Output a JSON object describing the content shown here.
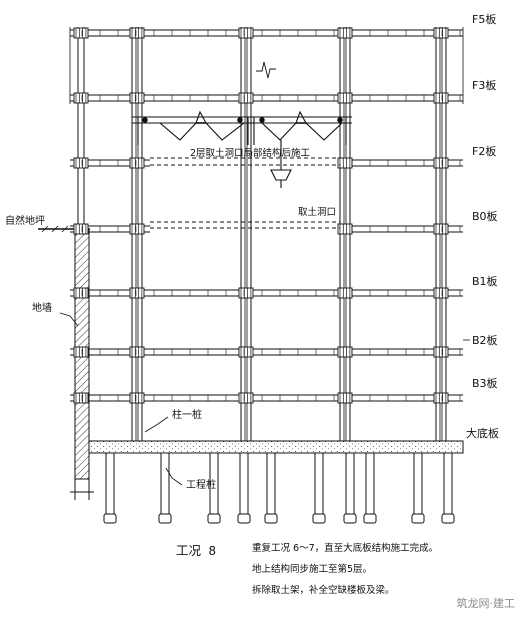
{
  "floors": [
    {
      "id": "F5",
      "label": "F5板"
    },
    {
      "id": "F3",
      "label": "F3板"
    },
    {
      "id": "F2",
      "label": "F2板"
    },
    {
      "id": "B0",
      "label": "B0板"
    },
    {
      "id": "B1",
      "label": "B1板"
    },
    {
      "id": "B2",
      "label": "B2板"
    },
    {
      "id": "B3",
      "label": "B3板"
    },
    {
      "id": "base",
      "label": "大底板"
    }
  ],
  "annotations": {
    "ground_line": "自然地坪",
    "diaphragm_wall": "地墙",
    "column_pile": "柱一桩",
    "engineering_pile": "工程桩",
    "opening_rear": "2层取土洞口局部结构后施工",
    "opening": "取土洞口"
  },
  "caption": {
    "title": "工况 8",
    "lines": [
      "重复工况 6～7，直至大底板结构施工完成。",
      "地上结构同步施工至第5层。",
      "拆除取土架，补全空缺楼板及梁。"
    ]
  },
  "watermark": "筑龙网·建工"
}
